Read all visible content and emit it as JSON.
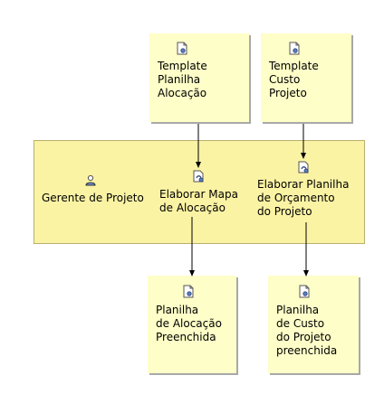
{
  "role": {
    "label": "Gerente de Projeto",
    "icon": "person-icon"
  },
  "inputs": [
    {
      "label": "Template\nPlanilha\nAlocação",
      "icon": "document-icon"
    },
    {
      "label": "Template\nCusto\nProjeto",
      "icon": "document-icon"
    }
  ],
  "tasks": [
    {
      "label": "Elaborar Mapa\nde Alocação",
      "icon": "task-icon"
    },
    {
      "label": "Elaborar Planilha\nde Orçamento\ndo Projeto",
      "icon": "task-icon"
    }
  ],
  "outputs": [
    {
      "label": "Planilha\nde Alocação\nPreenchida",
      "icon": "document-icon"
    },
    {
      "label": "Planilha\nde Custo\ndo Projeto\npreenchida",
      "icon": "document-icon"
    }
  ],
  "colors": {
    "lane": "#fbf3a4",
    "artifact": "#fefec8",
    "shadow": "#a8a8a8"
  }
}
